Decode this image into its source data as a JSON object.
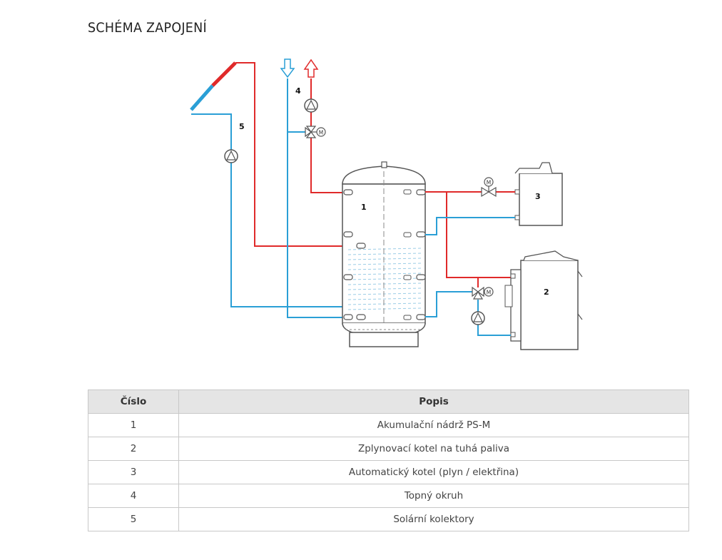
{
  "page": {
    "title": "SCHÉMA ZAPOJENÍ"
  },
  "colors": {
    "hot": "#e02a2a",
    "cold": "#2a9fd6",
    "outline": "#555555"
  },
  "diagram": {
    "labels": {
      "tank": "1",
      "gasification_boiler": "2",
      "automatic_boiler": "3",
      "heating_circuit": "4",
      "solar_collectors": "5",
      "motor_valve": "M"
    }
  },
  "table": {
    "headers": [
      "Číslo",
      "Popis"
    ],
    "rows": [
      {
        "number": "1",
        "description": "Akumulační nádrž PS-M"
      },
      {
        "number": "2",
        "description": "Zplynovací kotel na tuhá paliva"
      },
      {
        "number": "3",
        "description": "Automatický kotel (plyn / elektřina)"
      },
      {
        "number": "4",
        "description": "Topný okruh"
      },
      {
        "number": "5",
        "description": "Solární kolektory"
      }
    ]
  }
}
